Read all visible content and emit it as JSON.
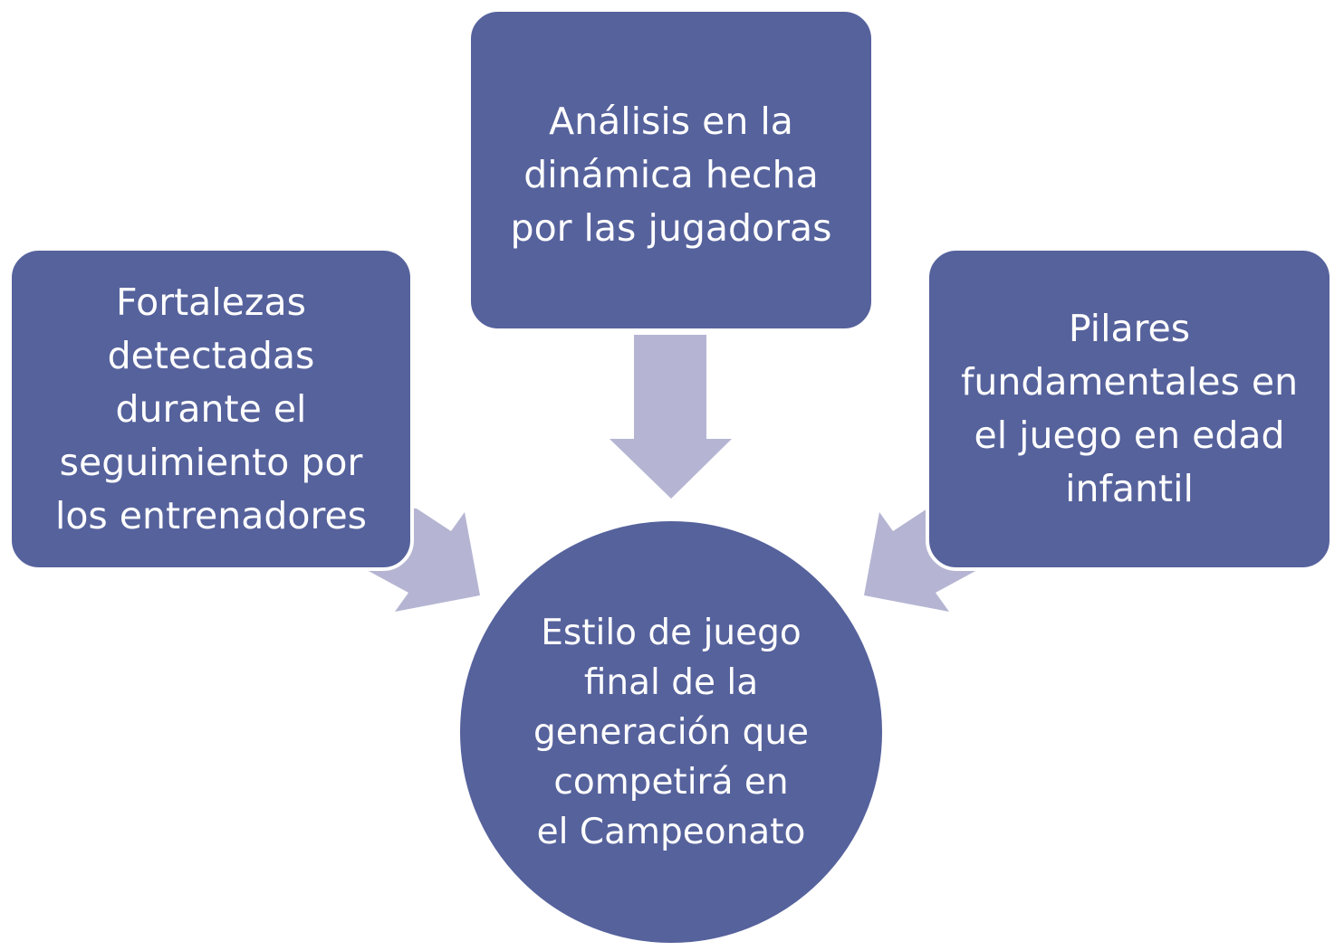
{
  "diagram": {
    "top_box": "Análisis en la\ndinámica hecha\npor las jugadoras",
    "left_box": "Fortalezas\ndetectadas\ndurante el\nseguimiento por\nlos entrenadores",
    "right_box": "Pilares\nfundamentales en\nel juego en edad\ninfantil",
    "center_circle": "Estilo de juego\nfinal de la\ngeneración que\ncompetirá en\nel Campeonato"
  },
  "colors": {
    "node": "#56629C",
    "arrow": "#B5B5D3"
  }
}
